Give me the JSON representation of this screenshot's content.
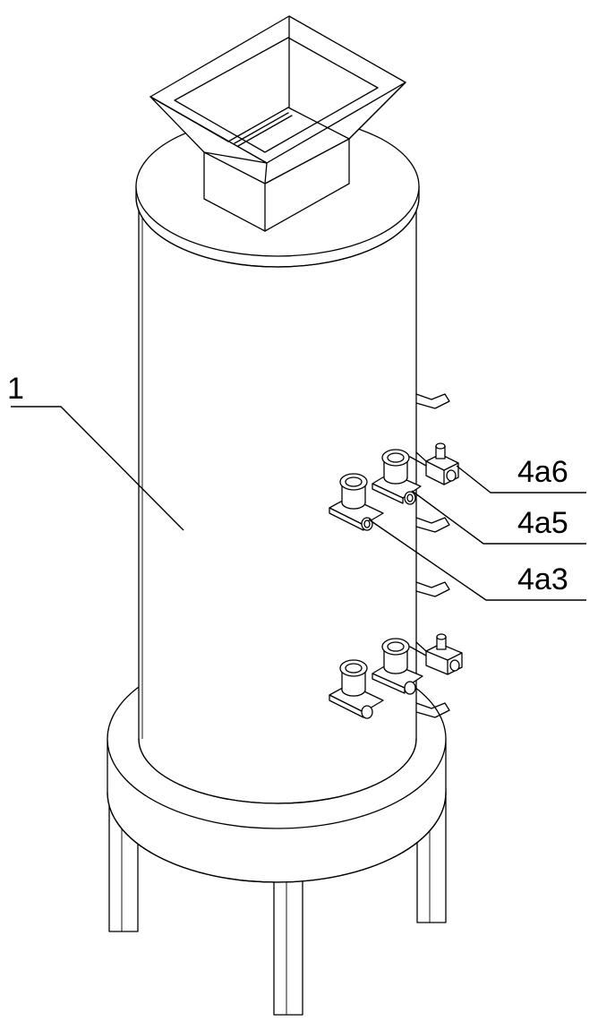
{
  "figure": {
    "labels": {
      "body": "1",
      "part_a6": "4a6",
      "part_a5": "4a5",
      "part_a3": "4a3"
    }
  }
}
